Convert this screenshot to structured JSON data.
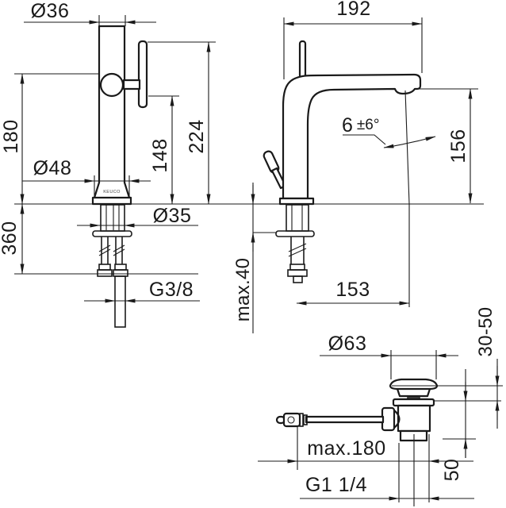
{
  "drawing": {
    "brand_logo": "KEUCO",
    "front_view": {
      "spout_diameter": "Ø36",
      "base_height": "180",
      "base_diameter": "Ø48",
      "handle_height": "148",
      "total_height": "224",
      "mounting_hole_diameter": "Ø35",
      "hose_length": "360",
      "supply_thread": "G3/8"
    },
    "side_view": {
      "spout_projection": "192",
      "angle_value": "6",
      "angle_tolerance": "±6°",
      "outlet_height": "156",
      "deck_thickness": "max.40",
      "outlet_reach": "153"
    },
    "drain_view": {
      "flange_diameter": "Ø63",
      "basin_thickness_range": "30-50",
      "pull_rod_length": "max.180",
      "tailpiece_length": "50",
      "waste_thread": "G1 1/4"
    }
  }
}
